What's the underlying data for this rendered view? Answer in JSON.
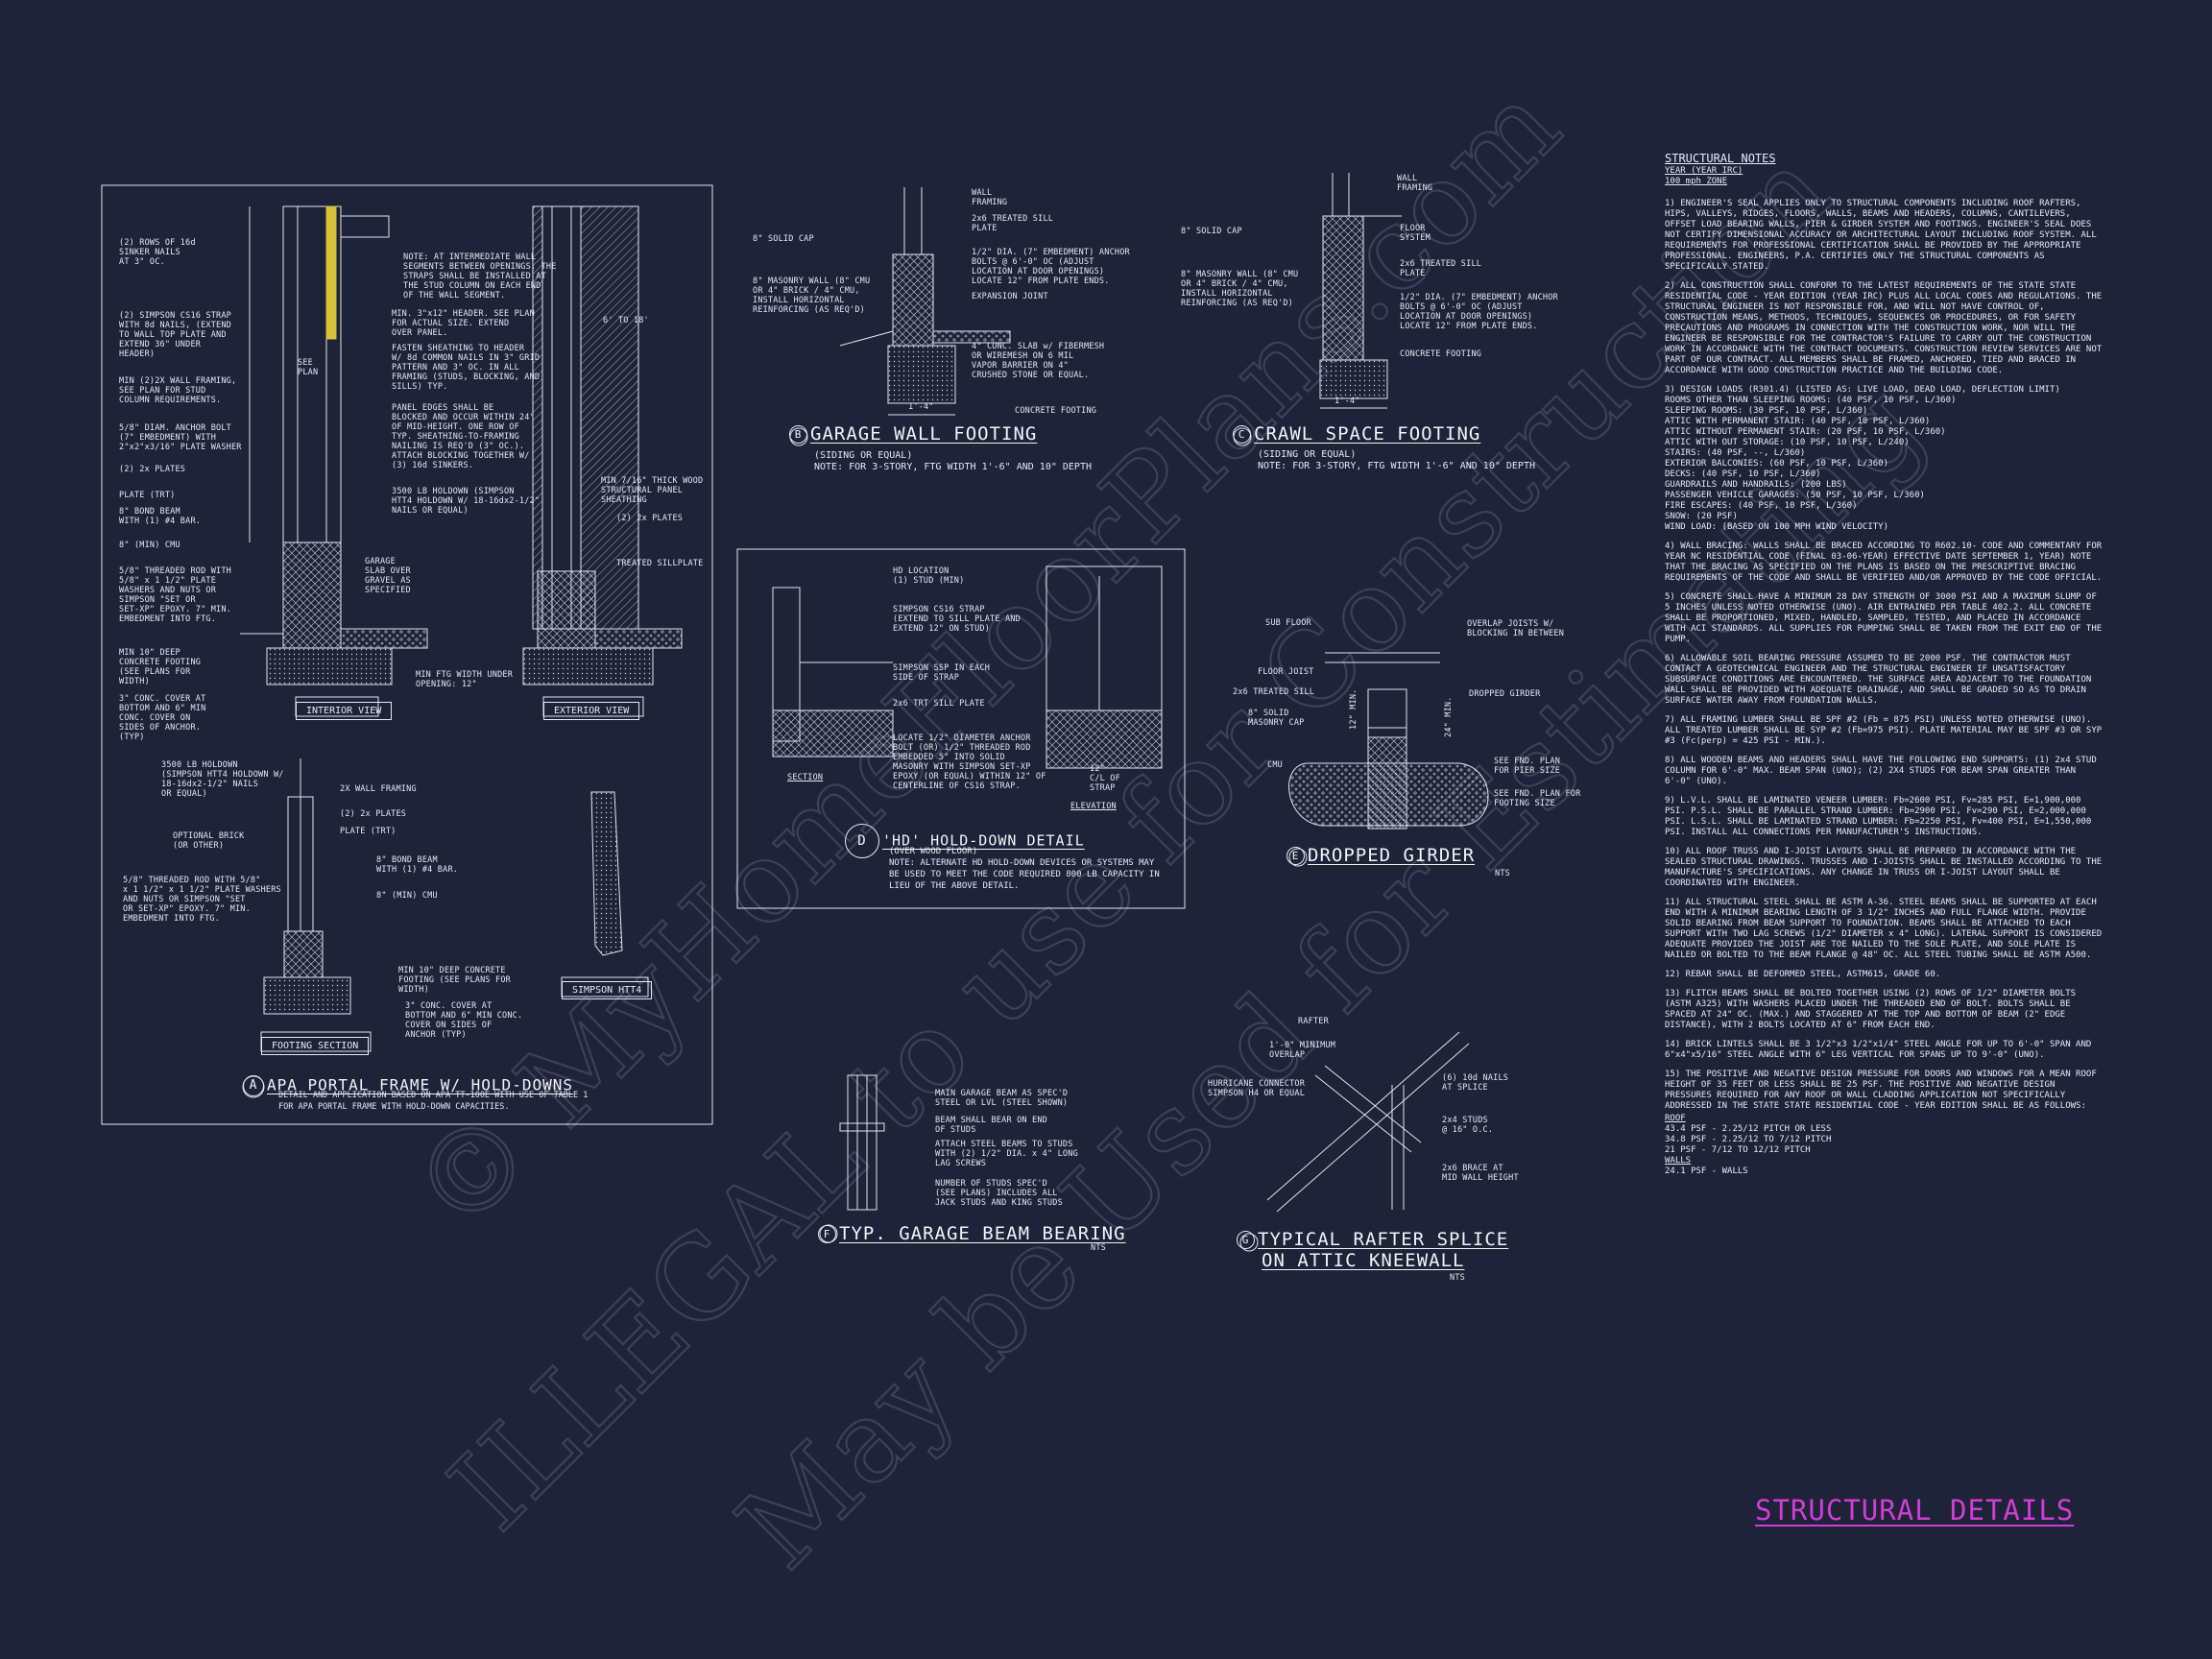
{
  "sheet_title": "STRUCTURAL DETAILS",
  "watermark": {
    "line1": "© MyHomeFloorPlans.com",
    "line2": "ILLEGAL to use for Construction",
    "line3": "May be Used for Estimating"
  },
  "detail_a": {
    "letter": "A",
    "title": "APA PORTAL FRAME W/ HOLD-DOWNS",
    "subtitle": "DETAIL AND APPLICATION BASED ON APA TT-100E WITH USE OF TABLE 1\nFOR APA PORTAL FRAME WITH HOLD-DOWN CAPACITIES.",
    "interior_view": "INTERIOR VIEW",
    "exterior_view": "EXTERIOR VIEW",
    "footing_section": "FOOTING SECTION",
    "simpson": "SIMPSON HTT4",
    "labels": [
      "(2) ROWS OF 16d\nSINKER NAILS\nAT 3\" OC.",
      "(2) SIMPSON CS16 STRAP\nWITH 8d NAILS, (EXTEND\nTO WALL TOP PLATE AND\nEXTEND 36\" UNDER\nHEADER)",
      "MIN (2)2X WALL FRAMING,\nSEE PLAN FOR STUD\nCOLUMN REQUIREMENTS.",
      "5/8\" DIAM. ANCHOR BOLT\n(7\" EMBEDMENT) WITH\n2\"x2\"x3/16\" PLATE WASHER",
      "(2) 2x PLATES",
      "PLATE (TRT)",
      "8\" BOND BEAM\nWITH (1) #4 BAR.",
      "8\" (MIN) CMU",
      "5/8\" THREADED ROD WITH\n5/8\" x 1 1/2\" PLATE\nWASHERS AND NUTS OR\nSIMPSON \"SET OR\nSET-XP\" EPOXY. 7\" MIN.\nEMBEDMENT INTO FTG.",
      "MIN 10\" DEEP\nCONCRETE FOOTING\n(SEE PLANS FOR\nWIDTH)",
      "3\" CONC. COVER AT\nBOTTOM AND 6\" MIN\nCONC. COVER ON\nSIDES OF ANCHOR.\n(TYP)",
      "NOTE: AT INTERMEDIATE WALL\nSEGMENTS BETWEEN OPENINGS, THE\nSTRAPS SHALL BE INSTALLED AT\nTHE STUD COLUMN ON EACH END\nOF THE WALL SEGMENT.",
      "MIN. 3\"x12\" HEADER. SEE PLAN\nFOR ACTUAL SIZE. EXTEND\nOVER PANEL.",
      "FASTEN SHEATHING TO HEADER\nW/ 8d COMMON NAILS IN 3\" GRID\nPATTERN AND 3\" OC. IN ALL\nFRAMING (STUDS, BLOCKING, AND\nSILLS) TYP.",
      "PANEL EDGES SHALL BE\nBLOCKED AND OCCUR WITHIN 24\"\nOF MID-HEIGHT. ONE ROW OF\nTYP. SHEATHING-TO-FRAMING\nNAILING IS REQ'D (3\" OC.).\nATTACH BLOCKING TOGETHER W/\n(3) 16d SINKERS.",
      "3500 LB HOLDOWN (SIMPSON\nHTT4 HOLDOWN W/ 18-16dx2-1/2\"\nNAILS OR EQUAL)",
      "GARAGE\nSLAB OVER\nGRAVEL AS\nSPECIFIED",
      "MIN FTG WIDTH UNDER\nOPENING: 12\"",
      "MIN 7/16\" THICK WOOD\nSTRUCTURAL PANEL\nSHEATHING",
      "(2) 2x PLATES",
      "TREATED SILLPLATE",
      "6' TO 18'",
      "SEE\nPLAN",
      "3500 LB HOLDOWN\n(SIMPSON HTT4 HOLDOWN W/\n18-16dx2-1/2\" NAILS\nOR EQUAL)",
      "2X WALL FRAMING",
      "(2) 2x PLATES",
      "PLATE (TRT)",
      "OPTIONAL BRICK\n(OR OTHER)",
      "8\" BOND BEAM\nWITH (1) #4 BAR.",
      "8\" (MIN) CMU",
      "5/8\" THREADED ROD WITH 5/8\"\nx 1 1/2\" x 1 1/2\" PLATE WASHERS\nAND NUTS OR SIMPSON \"SET\nOR SET-XP\" EPOXY. 7\" MIN.\nEMBEDMENT INTO FTG.",
      "MIN 10\" DEEP CONCRETE\nFOOTING (SEE PLANS FOR\nWIDTH)",
      "3\" CONC. COVER AT\nBOTTOM AND 6\" MIN CONC.\nCOVER ON SIDES OF\nANCHOR (TYP)"
    ]
  },
  "detail_b": {
    "letter": "B",
    "title": "GARAGE WALL FOOTING",
    "subtitle": "(SIDING OR EQUAL)\nNOTE: FOR 3-STORY, FTG WIDTH 1'-6\" AND 10\" DEPTH",
    "labels": [
      "WALL\nFRAMING",
      "2x6 TREATED SILL\nPLATE",
      "8\" SOLID CAP",
      "1/2\" DIA. (7\" EMBEDMENT) ANCHOR\nBOLTS @ 6'-0\" OC (ADJUST\nLOCATION AT DOOR OPENINGS)\nLOCATE 12\" FROM PLATE ENDS.",
      "8\" MASONRY WALL (8\" CMU\nOR 4\" BRICK / 4\" CMU,\nINSTALL HORIZONTAL\nREINFORCING (AS REQ'D)",
      "EXPANSION JOINT",
      "4\" CONC. SLAB w/ FIBERMESH\nOR WIREMESH ON 6 MIL\nVAPOR BARRIER ON 4\"\nCRUSHED STONE OR EQUAL.",
      "CONCRETE FOOTING",
      "1'-4\""
    ]
  },
  "detail_c": {
    "letter": "C",
    "title": "CRAWL SPACE FOOTING",
    "subtitle": "(SIDING OR EQUAL)\nNOTE: FOR 3-STORY, FTG WIDTH 1'-6\" AND 10\" DEPTH",
    "labels": [
      "WALL\nFRAMING",
      "8\" SOLID CAP",
      "FLOOR\nSYSTEM",
      "8\" MASONRY WALL (8\" CMU\nOR 4\" BRICK / 4\" CMU,\nINSTALL HORIZONTAL\nREINFORCING (AS REQ'D)",
      "2x6 TREATED SILL\nPLATE",
      "1/2\" DIA. (7\" EMBEDMENT) ANCHOR\nBOLTS @ 6'-0\" OC (ADJUST\nLOCATION AT DOOR OPENINGS)\nLOCATE 12\" FROM PLATE ENDS.",
      "CONCRETE FOOTING",
      "1'-4\""
    ]
  },
  "detail_d": {
    "letter": "D",
    "title": "'HD' HOLD-DOWN DETAIL",
    "subtitle": "(OVER WOOD FLOOR)\nNOTE: ALTERNATE HD HOLD-DOWN DEVICES OR SYSTEMS MAY\nBE USED TO MEET THE CODE REQUIRED 800 LB CAPACITY IN\nLIEU OF THE ABOVE DETAIL.",
    "labels": [
      "HD LOCATION\n(1) STUD (MIN)",
      "SIMPSON CS16 STRAP\n(EXTEND TO SILL PLATE AND\nEXTEND 12\" ON STUD)",
      "SIMPSON SSP IN EACH\nSIDE OF STRAP",
      "2x6 TRT SILL PLATE",
      "LOCATE 1/2\" DIAMETER ANCHOR\nBOLT (OR) 1/2\" THREADED ROD\nEMBEDDED 5\" INTO SOLID\nMASONRY WITH SIMPSON SET-XP\nEPOXY (OR EQUAL) WITHIN 12\" OF\nCENTERLINE OF CS16 STRAP.",
      "SECTION",
      "ELEVATION",
      "12\"\nC/L OF\nSTRAP"
    ]
  },
  "detail_e": {
    "letter": "E",
    "title": "DROPPED GIRDER",
    "scale": "NTS",
    "labels": [
      "SUB FLOOR",
      "OVERLAP JOISTS W/\nBLOCKING IN BETWEEN",
      "FLOOR JOIST",
      "2x6 TREATED SILL",
      "DROPPED GIRDER",
      "8\" SOLID\nMASONRY CAP",
      "CMU",
      "SEE FND. PLAN\nFOR PIER SIZE",
      "SEE FND. PLAN FOR\nFOOTING SIZE",
      "12\" MIN.",
      "24\" MIN."
    ]
  },
  "detail_f": {
    "letter": "F",
    "title": "TYP. GARAGE BEAM BEARING",
    "scale": "NTS",
    "labels": [
      "MAIN GARAGE BEAM AS SPEC'D\nSTEEL OR LVL (STEEL SHOWN)",
      "BEAM SHALL BEAR ON END\nOF STUDS",
      "ATTACH STEEL BEAMS TO STUDS\nWITH (2) 1/2\" DIA. x 4\" LONG\nLAG SCREWS",
      "NUMBER OF STUDS SPEC'D\n(SEE PLANS) INCLUDES ALL\nJACK STUDS AND KING STUDS"
    ]
  },
  "detail_g": {
    "letter": "G",
    "title_line1": "TYPICAL RAFTER SPLICE",
    "title_line2": "ON ATTIC KNEEWALL",
    "scale": "NTS",
    "labels": [
      "RAFTER",
      "1'-0\" MINIMUM\nOVERLAP",
      "HURRICANE CONNECTOR\nSIMPSON H4 OR EQUAL",
      "(6) 10d NAILS\nAT SPLICE",
      "2x4 STUDS\n@ 16\" O.C.",
      "2x6 BRACE AT\nMID WALL HEIGHT"
    ]
  },
  "notes": {
    "heading": "STRUCTURAL NOTES",
    "year": "YEAR (YEAR IRC)",
    "wind_zone": "100 mph ZONE",
    "n1": "1) ENGINEER'S SEAL APPLIES ONLY TO STRUCTURAL COMPONENTS INCLUDING ROOF RAFTERS, HIPS, VALLEYS, RIDGES, FLOORS, WALLS, BEAMS AND HEADERS, COLUMNS, CANTILEVERS, OFFSET LOAD BEARING WALLS, PIER & GIRDER SYSTEM AND FOOTINGS. ENGINEER'S SEAL DOES NOT CERTIFY DIMENSIONAL ACCURACY OR ARCHITECTURAL LAYOUT INCLUDING ROOF SYSTEM. ALL REQUIREMENTS FOR PROFESSIONAL CERTIFICATION SHALL BE PROVIDED BY THE APPROPRIATE PROFESSIONAL. ENGINEERS, P.A. CERTIFIES ONLY THE STRUCTURAL COMPONENTS AS SPECIFICALLY STATED.",
    "n2": "2) ALL CONSTRUCTION SHALL CONFORM TO THE LATEST REQUIREMENTS OF THE STATE STATE RESIDENTIAL CODE - YEAR EDITION (YEAR IRC) PLUS ALL LOCAL CODES AND REGULATIONS. THE STRUCTURAL ENGINEER IS NOT RESPONSIBLE FOR, AND WILL NOT HAVE CONTROL OF, CONSTRUCTION MEANS, METHODS, TECHNIQUES, SEQUENCES OR PROCEDURES, OR FOR SAFETY PRECAUTIONS AND PROGRAMS IN CONNECTION WITH THE CONSTRUCTION WORK, NOR WILL THE ENGINEER BE RESPONSIBLE FOR THE CONTRACTOR'S FAILURE TO CARRY OUT THE CONSTRUCTION WORK IN ACCORDANCE WITH THE CONTRACT DOCUMENTS. CONSTRUCTION REVIEW SERVICES ARE NOT PART OF OUR CONTRACT. ALL MEMBERS SHALL BE FRAMED, ANCHORED, TIED AND BRACED IN ACCORDANCE WITH GOOD CONSTRUCTION PRACTICE AND THE BUILDING CODE.",
    "n3_head": "3) DESIGN LOADS (R301.4) (LISTED AS: LIVE LOAD, DEAD LOAD, DEFLECTION LIMIT)",
    "loads": [
      "ROOMS OTHER THAN SLEEPING ROOMS: (40 PSF, 10 PSF, L/360)",
      "SLEEPING ROOMS: (30 PSF, 10 PSF, L/360)",
      "ATTIC WITH PERMANENT STAIR: (40 PSF, 10 PSF, L/360)",
      "ATTIC WITHOUT PERMANENT STAIR: (20 PSF, 10 PSF, L/360)",
      "ATTIC WITH OUT STORAGE: (10 PSF, 10 PSF, L/240)",
      "STAIRS: (40 PSF, --, L/360)",
      "EXTERIOR BALCONIES: (60 PSF, 10 PSF, L/360)",
      "DECKS: (40 PSF, 10 PSF, L/360)",
      "GUARDRAILS AND HANDRAILS: (200 LBS)",
      "PASSENGER VEHICLE GARAGES: (50 PSF, 10 PSF, L/360)",
      "FIRE ESCAPES: (40 PSF, 10 PSF, L/360)",
      "SNOW: (20 PSF)",
      "WIND LOAD: (BASED ON 100 MPH WIND VELOCITY)"
    ],
    "n4": "4) WALL BRACING: WALLS SHALL BE BRACED ACCORDING TO R602.10- CODE AND COMMENTARY FOR YEAR NC RESIDENTIAL CODE (FINAL 03-06-YEAR) EFFECTIVE DATE SEPTEMBER 1, YEAR) NOTE THAT THE BRACING AS SPECIFIED ON THE PLANS IS BASED ON THE PRESCRIPTIVE BRACING REQUIREMENTS OF THE CODE AND SHALL BE VERIFIED AND/OR APPROVED BY THE CODE OFFICIAL.",
    "n5": "5) CONCRETE SHALL HAVE A MINIMUM 28 DAY STRENGTH OF 3000 PSI AND A MAXIMUM SLUMP OF 5 INCHES UNLESS NOTED OTHERWISE (UNO). AIR ENTRAINED PER TABLE 402.2. ALL CONCRETE SHALL BE PROPORTIONED, MIXED, HANDLED, SAMPLED, TESTED, AND PLACED IN ACCORDANCE WITH ACI STANDARDS. ALL SUPPLIES FOR PUMPING SHALL BE TAKEN FROM THE EXIT END OF THE PUMP.",
    "n6": "6) ALLOWABLE SOIL BEARING PRESSURE ASSUMED TO BE 2000 PSF. THE CONTRACTOR MUST CONTACT A GEOTECHNICAL ENGINEER AND THE STRUCTURAL ENGINEER IF UNSATISFACTORY SUBSURFACE CONDITIONS ARE ENCOUNTERED. THE SURFACE AREA ADJACENT TO THE FOUNDATION WALL SHALL BE PROVIDED WITH ADEQUATE DRAINAGE, AND SHALL BE GRADED SO AS TO DRAIN SURFACE WATER AWAY FROM FOUNDATION WALLS.",
    "n7": "7) ALL FRAMING LUMBER SHALL BE SPF #2 (Fb = 875 PSI) UNLESS NOTED OTHERWISE (UNO). ALL TREATED LUMBER SHALL BE SYP #2 (Fb=975 PSI). PLATE MATERIAL MAY BE SPF #3 OR SYP #3 (Fc(perp) = 425 PSI - MIN.).",
    "n8": "8) ALL WOODEN BEAMS AND HEADERS SHALL HAVE THE FOLLOWING END SUPPORTS: (1) 2x4 STUD COLUMN FOR 6'-0\" MAX. BEAM SPAN (UNO); (2) 2X4 STUDS FOR BEAM SPAN GREATER THAN 6'-0\" (UNO).",
    "n9": "9) L.V.L. SHALL BE LAMINATED VENEER LUMBER: Fb=2600 PSI, Fv=285 PSI, E=1,900,000 PSI. P.S.L. SHALL BE PARALLEL STRAND LUMBER: Fb=2900 PSI, Fv=290 PSI, E=2,000,000 PSI. L.S.L. SHALL BE LAMINATED STRAND LUMBER: Fb=2250 PSI, Fv=400 PSI, E=1,550,000 PSI. INSTALL ALL CONNECTIONS PER MANUFACTURER'S INSTRUCTIONS.",
    "n10": "10) ALL ROOF TRUSS AND I-JOIST LAYOUTS SHALL BE PREPARED IN ACCORDANCE WITH THE SEALED STRUCTURAL DRAWINGS. TRUSSES AND I-JOISTS SHALL BE INSTALLED ACCORDING TO THE MANUFACTURE'S SPECIFICATIONS. ANY CHANGE IN TRUSS OR I-JOIST LAYOUT SHALL BE COORDINATED WITH ENGINEER.",
    "n11": "11) ALL STRUCTURAL STEEL SHALL BE ASTM A-36. STEEL BEAMS SHALL BE SUPPORTED AT EACH END WITH A MINIMUM BEARING LENGTH OF 3 1/2\" INCHES AND FULL FLANGE WIDTH. PROVIDE SOLID BEARING FROM BEAM SUPPORT TO FOUNDATION. BEAMS SHALL BE ATTACHED TO EACH SUPPORT WITH TWO LAG SCREWS (1/2\" DIAMETER x 4\" LONG). LATERAL SUPPORT IS CONSIDERED ADEQUATE PROVIDED THE JOIST ARE TOE NAILED TO THE SOLE PLATE, AND SOLE PLATE IS NAILED OR BOLTED TO THE BEAM FLANGE @ 48\" OC. ALL STEEL TUBING SHALL BE ASTM A500.",
    "n12": "12) REBAR SHALL BE DEFORMED STEEL, ASTM615, GRADE 60.",
    "n13": "13) FLITCH BEAMS SHALL BE BOLTED TOGETHER USING (2) ROWS OF 1/2\" DIAMETER BOLTS (ASTM A325) WITH WASHERS PLACED UNDER THE THREADED END OF BOLT. BOLTS SHALL BE SPACED AT 24\" OC. (MAX.) AND STAGGERED AT THE TOP AND BOTTOM OF BEAM (2\" EDGE DISTANCE), WITH 2 BOLTS LOCATED AT 6\" FROM EACH END.",
    "n14": "14) BRICK LINTELS SHALL BE 3 1/2\"x3 1/2\"x1/4\" STEEL ANGLE FOR UP TO 6'-0\" SPAN AND 6\"x4\"x5/16\" STEEL ANGLE WITH 6\" LEG VERTICAL FOR SPANS UP TO 9'-0\" (UNO).",
    "n15": "15) THE POSITIVE AND NEGATIVE DESIGN PRESSURE FOR DOORS AND WINDOWS FOR A MEAN ROOF HEIGHT OF 35 FEET OR LESS SHALL BE 25 PSF. THE POSITIVE AND NEGATIVE DESIGN PRESSURES REQUIRED FOR ANY ROOF OR WALL CLADDING APPLICATION NOT SPECIFICALLY ADDRESSED IN THE STATE STATE RESIDENTIAL CODE - YEAR EDITION SHALL BE AS FOLLOWS:",
    "roof_head": "ROOF",
    "roof": [
      "43.4 PSF - 2.25/12 PITCH OR LESS",
      "34.8 PSF - 2.25/12 TO 7/12 PITCH",
      "21 PSF - 7/12 TO 12/12 PITCH"
    ],
    "walls_head": "WALLS",
    "walls": [
      "24.1 PSF - WALLS"
    ]
  }
}
